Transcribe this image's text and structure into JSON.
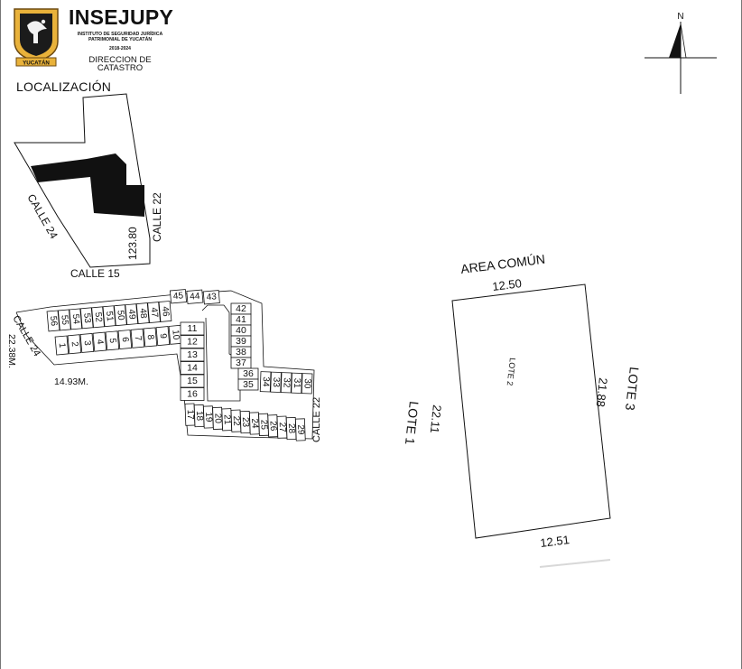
{
  "header": {
    "org_name": "INSEJUPY",
    "org_subtitle": "INSTITUTO DE SEGURIDAD JURÍDICA PATRIMONIAL DE YUCATÁN",
    "period": "2018-2024",
    "department": "DIRECCION DE CATASTRO",
    "shield_label": "YUCATÁN"
  },
  "compass": {
    "north": "N"
  },
  "location_map": {
    "title": "LOCALIZACIÓN",
    "street_west": "CALLE 24",
    "street_east": "CALLE 22",
    "street_south": "CALLE 15",
    "dimension": "123.80"
  },
  "subdivision": {
    "street_west": "CALLE 24",
    "street_east": "CALLE 22",
    "dim_west": "22.38M.",
    "dim_front": "14.93M.",
    "lots_upper_row": [
      "56",
      "55",
      "54",
      "53",
      "52",
      "51",
      "50",
      "49",
      "48",
      "47",
      "46",
      "45",
      "44",
      "43"
    ],
    "lots_lower_row": [
      "1",
      "2",
      "3",
      "4",
      "5",
      "6",
      "7",
      "8",
      "9",
      "10"
    ],
    "lots_central_column": [
      "11",
      "12",
      "13",
      "14",
      "15",
      "16"
    ],
    "lots_east_column": [
      "42",
      "41",
      "40",
      "39",
      "38",
      "37",
      "36",
      "35"
    ],
    "lots_southeast": [
      "34",
      "33",
      "32",
      "31",
      "30"
    ],
    "lots_south_row": [
      "17",
      "18",
      "19",
      "20",
      "21",
      "22",
      "23",
      "24",
      "25",
      "26",
      "27",
      "28",
      "29"
    ]
  },
  "lot_detail": {
    "area_label": "AREA COMÚN",
    "lot_name": "LOTE 2",
    "north_side": "12.50",
    "south_side": "12.51",
    "west_side": "22.11",
    "east_side": "21.88",
    "west_neighbor": "LOTE 1",
    "east_neighbor": "LOTE 3"
  }
}
